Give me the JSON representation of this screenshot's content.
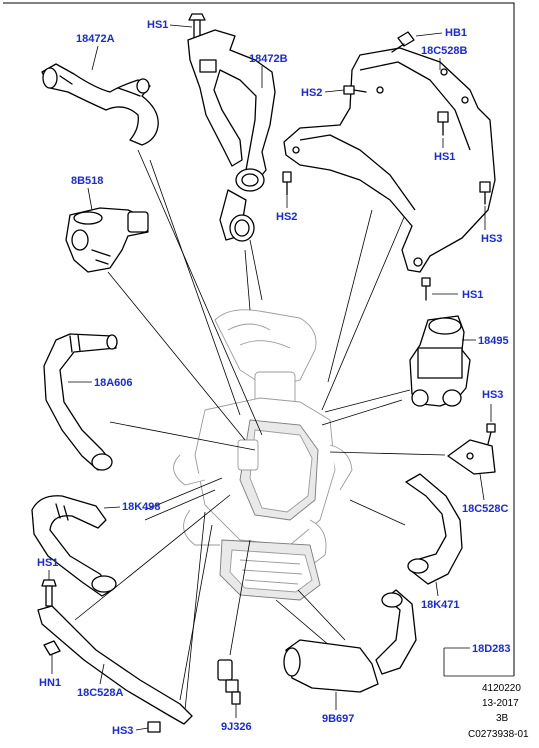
{
  "callouts": {
    "hs1_top": "HS1",
    "p18472A": "18472A",
    "p18472B": "18472B",
    "hb1": "HB1",
    "p18C528B": "18C528B",
    "hs2_a": "HS2",
    "hs1_right": "HS1",
    "p8B518": "8B518",
    "hs2_b": "HS2",
    "hs3_a": "HS3",
    "hs1_b": "HS1",
    "p18495": "18495",
    "p18A606": "18A606",
    "hs3_b": "HS3",
    "p18K498": "18K498",
    "p18C528C": "18C528C",
    "hs1_left": "HS1",
    "p18K471": "18K471",
    "p18D283": "18D283",
    "hn1": "HN1",
    "p18C528A": "18C528A",
    "p9J326": "9J326",
    "p9B697": "9B697",
    "hs3_c": "HS3"
  },
  "reference": {
    "line1": "4120220",
    "line2": "13-2017",
    "line3": "3B",
    "line4": "C0273938-01"
  }
}
